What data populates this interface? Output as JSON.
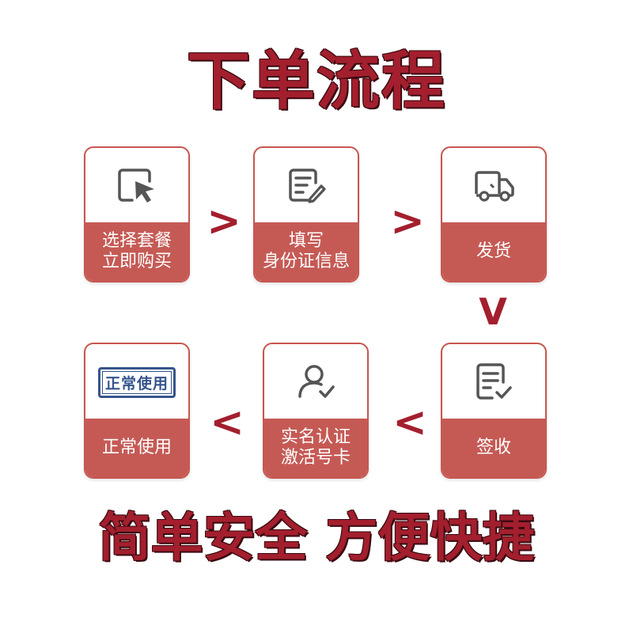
{
  "title": "下单流程",
  "slogan": "简单安全 方便快捷",
  "steps": [
    {
      "icon": "cursor-select-icon",
      "lines": [
        "选择套餐",
        "立即购买"
      ]
    },
    {
      "icon": "edit-form-icon",
      "lines": [
        "填写",
        "身份证信息"
      ]
    },
    {
      "icon": "delivery-truck-icon",
      "lines": [
        "发货",
        ""
      ]
    },
    {
      "icon": "signed-document-icon",
      "lines": [
        "签收",
        ""
      ]
    },
    {
      "icon": "user-verify-icon",
      "lines": [
        "实名认证",
        "激活号卡"
      ]
    },
    {
      "icon": "normal-use-stamp-icon",
      "stamp_text": "正常使用",
      "lines": [
        "正常使用",
        ""
      ]
    }
  ],
  "arrows": {
    "right": ">",
    "down": "V",
    "left": "<"
  },
  "colors": {
    "accent": "#a31f2e",
    "card_fill": "#c55a55",
    "icon": "#555555",
    "stamp": "#35548c"
  }
}
